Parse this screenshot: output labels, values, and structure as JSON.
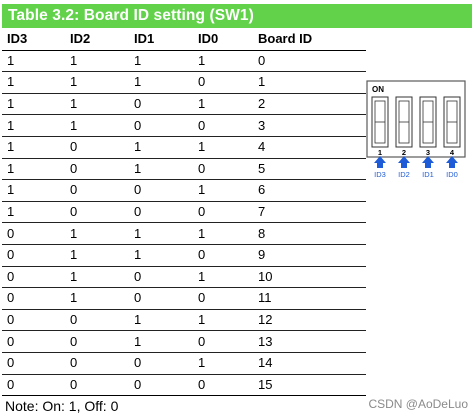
{
  "title": "Table 3.2: Board ID setting (SW1)",
  "headers": [
    "ID3",
    "ID2",
    "ID1",
    "ID0",
    "Board ID"
  ],
  "rows": [
    [
      "1",
      "1",
      "1",
      "1",
      "0"
    ],
    [
      "1",
      "1",
      "1",
      "0",
      "1"
    ],
    [
      "1",
      "1",
      "0",
      "1",
      "2"
    ],
    [
      "1",
      "1",
      "0",
      "0",
      "3"
    ],
    [
      "1",
      "0",
      "1",
      "1",
      "4"
    ],
    [
      "1",
      "0",
      "1",
      "0",
      "5"
    ],
    [
      "1",
      "0",
      "0",
      "1",
      "6"
    ],
    [
      "1",
      "0",
      "0",
      "0",
      "7"
    ],
    [
      "0",
      "1",
      "1",
      "1",
      "8"
    ],
    [
      "0",
      "1",
      "1",
      "0",
      "9"
    ],
    [
      "0",
      "1",
      "0",
      "1",
      "10"
    ],
    [
      "0",
      "1",
      "0",
      "0",
      "11"
    ],
    [
      "0",
      "0",
      "1",
      "1",
      "12"
    ],
    [
      "0",
      "0",
      "1",
      "0",
      "13"
    ],
    [
      "0",
      "0",
      "0",
      "1",
      "14"
    ],
    [
      "0",
      "0",
      "0",
      "0",
      "15"
    ]
  ],
  "note": "Note: On: 1, Off: 0",
  "watermark": "CSDN @AoDeLuo",
  "dip_switch": {
    "on_label": "ON",
    "numbers": [
      "1",
      "2",
      "3",
      "4"
    ],
    "labels": [
      "ID3",
      "ID2",
      "ID1",
      "ID0"
    ],
    "label_color": "#1e5bd6",
    "arrow_color": "#1e5bd6"
  },
  "colors": {
    "title_bg": "#63d24b",
    "title_text": "#ffffff"
  }
}
